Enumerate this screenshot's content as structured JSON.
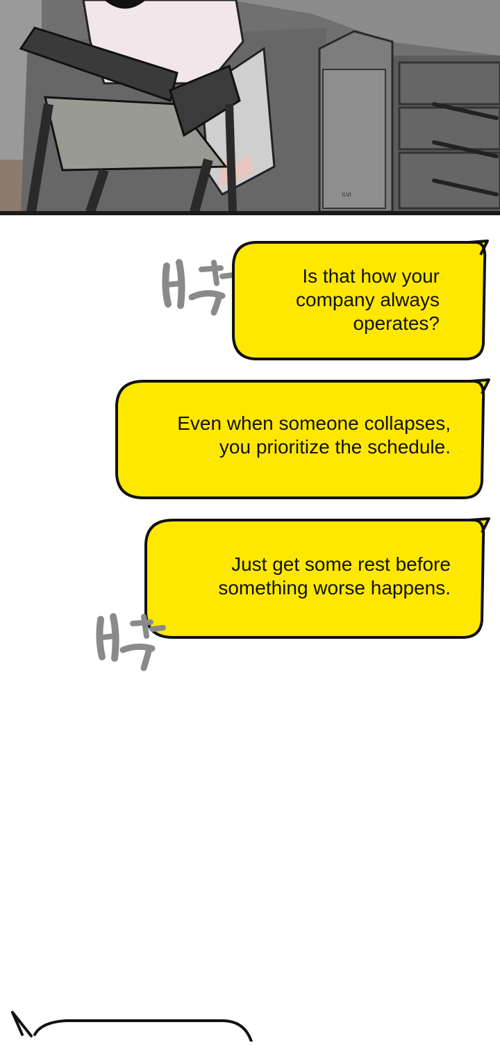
{
  "panel": {
    "scene": "office-chair-desk-scene",
    "colors": {
      "floor": "#6e6e6e",
      "desk": "#5a5a5a",
      "chair": "#3a3a3a",
      "shirt": "#f2e6ea",
      "border": "#1a1a1a"
    },
    "tower_label": "ILVI"
  },
  "bubble_fill": "#ffe800",
  "bubble_stroke": "#111111",
  "sfx_color": "#8a8a8a",
  "dialogue": [
    {
      "lines": [
        "Is that how your",
        "company always",
        "operates?"
      ]
    },
    {
      "lines": [
        "Even when someone collapses,",
        "you prioritize the schedule."
      ]
    },
    {
      "lines": [
        "Just get some rest before",
        "something worse happens."
      ]
    }
  ]
}
